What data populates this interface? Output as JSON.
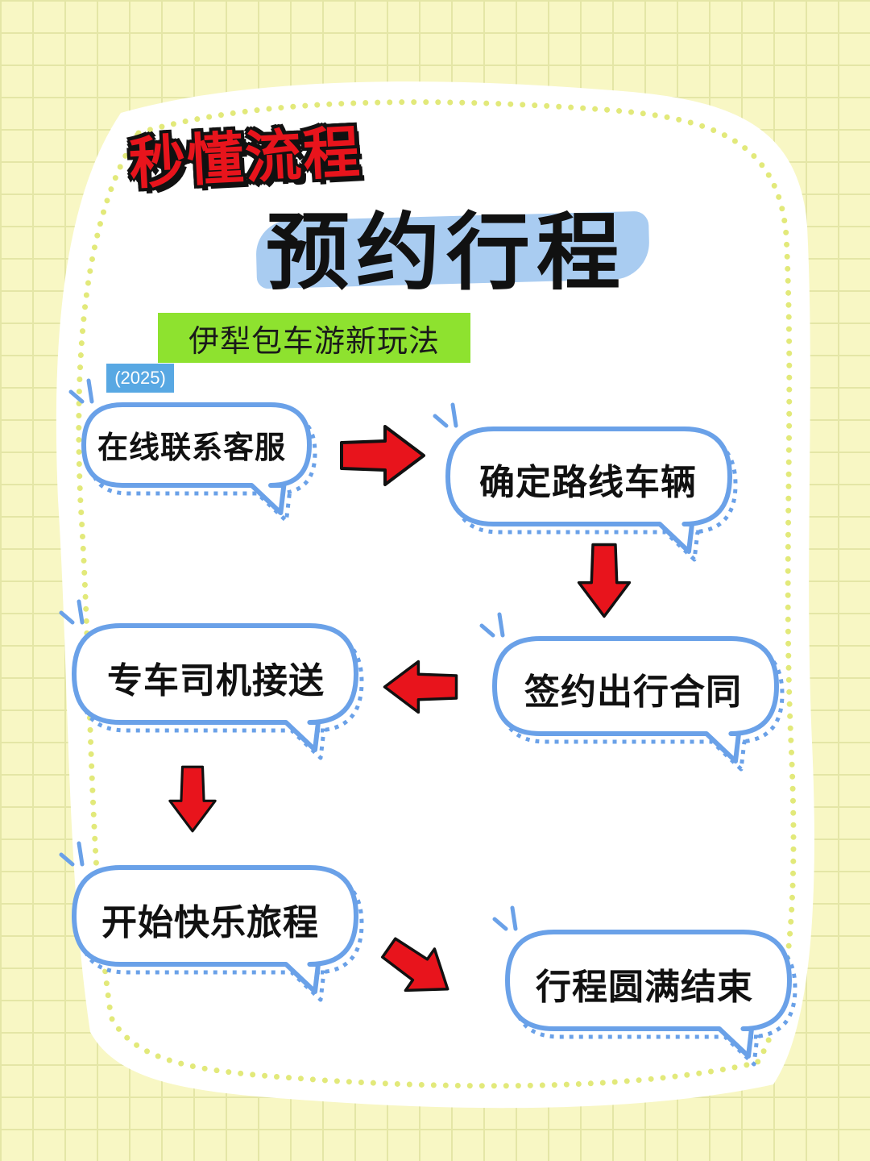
{
  "headline": "秒懂流程",
  "title": "预约行程",
  "subtitle": "伊犁包车游新玩法",
  "year": "(2025)",
  "steps": [
    {
      "label": "在线联系客服"
    },
    {
      "label": "确定路线车辆"
    },
    {
      "label": "签约出行合同"
    },
    {
      "label": "专车司机接送"
    },
    {
      "label": "开始快乐旅程"
    },
    {
      "label": "行程圆满结束"
    }
  ],
  "colors": {
    "background": "#f8f7c4",
    "grid": "#e4e6a6",
    "card": "#ffffff",
    "card_dots": "#e2e97a",
    "bubble_outline": "#6aa1e8",
    "arrow": "#e8141c",
    "headline": "#e8141c",
    "title_band": "#a9ccf1",
    "subtitle_band": "#8ee22f",
    "year_badge": "#58a8e3"
  },
  "icons": [
    "speech-bubble-icon",
    "right-arrow-icon",
    "down-arrow-icon",
    "left-arrow-icon",
    "diagonal-arrow-icon"
  ]
}
